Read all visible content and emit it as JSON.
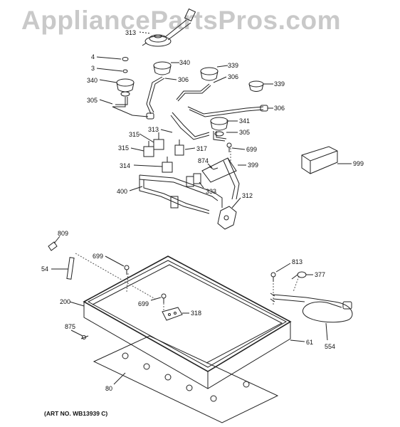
{
  "watermark": "AppliancePartsPros.com",
  "art_number": "(ART NO. WB13939 C)",
  "part_labels": {
    "p313a": "313",
    "p4": "4",
    "p3": "3",
    "p340a": "340",
    "p340b": "340",
    "p306a": "306",
    "p339a": "339",
    "p306b": "306",
    "p339b": "339",
    "p305a": "305",
    "p306c": "306",
    "p341": "341",
    "p313b": "313",
    "p305b": "305",
    "p315a": "315",
    "p699a": "699",
    "p315b": "315",
    "p317": "317",
    "p874": "874",
    "p314": "314",
    "p399": "399",
    "p400": "400",
    "p333": "333",
    "p312": "312",
    "p999": "999",
    "p809": "809",
    "p699b": "699",
    "p54": "54",
    "p813": "813",
    "p377": "377",
    "p200": "200",
    "p699c": "699",
    "p318": "318",
    "p875": "875",
    "p61": "61",
    "p554": "554",
    "p80": "80"
  }
}
